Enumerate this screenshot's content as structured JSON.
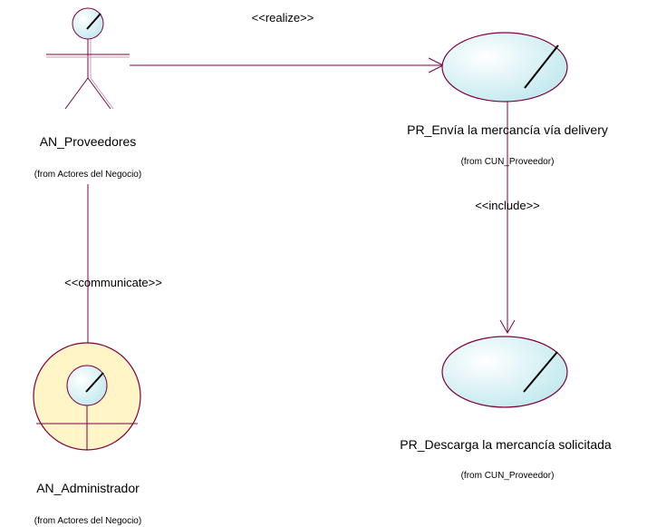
{
  "colors": {
    "line": "#800040",
    "usecase_fill": "#cfeff2",
    "worker_fill": "#fff5c6",
    "text": "#000000"
  },
  "actors": {
    "proveedores": {
      "name": "AN_Proveedores",
      "from": "(from Actores del Negocio)",
      "icon": "business-actor-icon"
    },
    "administrador": {
      "name": "AN_Administrador",
      "from": "(from Actores del Negocio)",
      "icon": "business-worker-icon"
    }
  },
  "usecases": {
    "envia": {
      "name": "PR_Envía la mercancía vía delivery",
      "from": "(from CUN_Proveedor)",
      "icon": "business-use-case-icon"
    },
    "descarga": {
      "name": "PR_Descarga la mercancía solicitada",
      "from": "(from CUN_Proveedor)",
      "icon": "business-use-case-icon"
    }
  },
  "relations": {
    "realize": "<<realize>>",
    "include": "<<include>>",
    "communicate": "<<communicate>>"
  }
}
